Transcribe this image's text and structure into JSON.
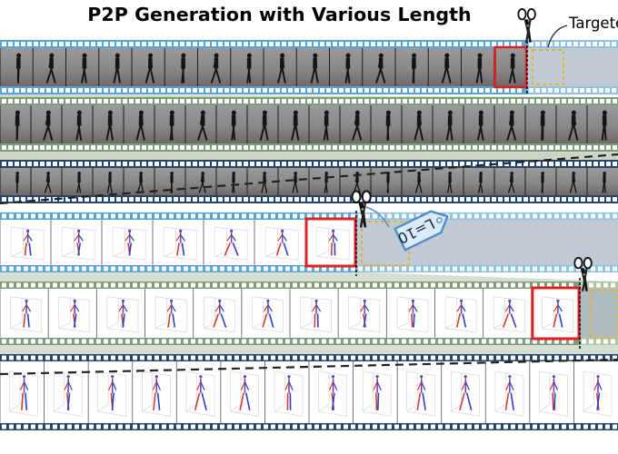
{
  "title": "P2P Generation with Various Length",
  "callout_label": "Targeted",
  "tag_label": "L=10",
  "colors": {
    "film_blue": "#58a4d4",
    "film_green": "#7f9c7c",
    "film_navy": "#25456a",
    "shadow_blue": "#8e9fb0",
    "shadow_green": "#a3b398",
    "highlight_frame": "#e02020",
    "target_box": "#e3b23a",
    "tag_fill": "#daeaf6",
    "tag_stroke": "#4f8fc6",
    "skeleton_left": "#d63b2f",
    "skeleton_right": "#2a3fd4"
  },
  "icons": [
    "scissors-icon",
    "price-tag-icon"
  ],
  "strips": [
    {
      "id": "video-input-strip",
      "kind": "video",
      "color": "film_blue",
      "frames": 16,
      "highlight_frame": 16
    },
    {
      "id": "video-output-strip-1",
      "kind": "video",
      "color": "film_green",
      "frames": 20
    },
    {
      "id": "video-output-strip-2",
      "kind": "video",
      "color": "film_navy",
      "frames": 20
    },
    {
      "id": "pose-input-strip",
      "kind": "pose",
      "color": "film_blue",
      "frames": 7,
      "highlight_frame": 7
    },
    {
      "id": "pose-output-strip-1",
      "kind": "pose",
      "color": "film_green",
      "frames": 12,
      "highlight_frame": 12
    },
    {
      "id": "pose-output-strip-2",
      "kind": "pose",
      "color": "film_navy",
      "frames": 14
    }
  ]
}
